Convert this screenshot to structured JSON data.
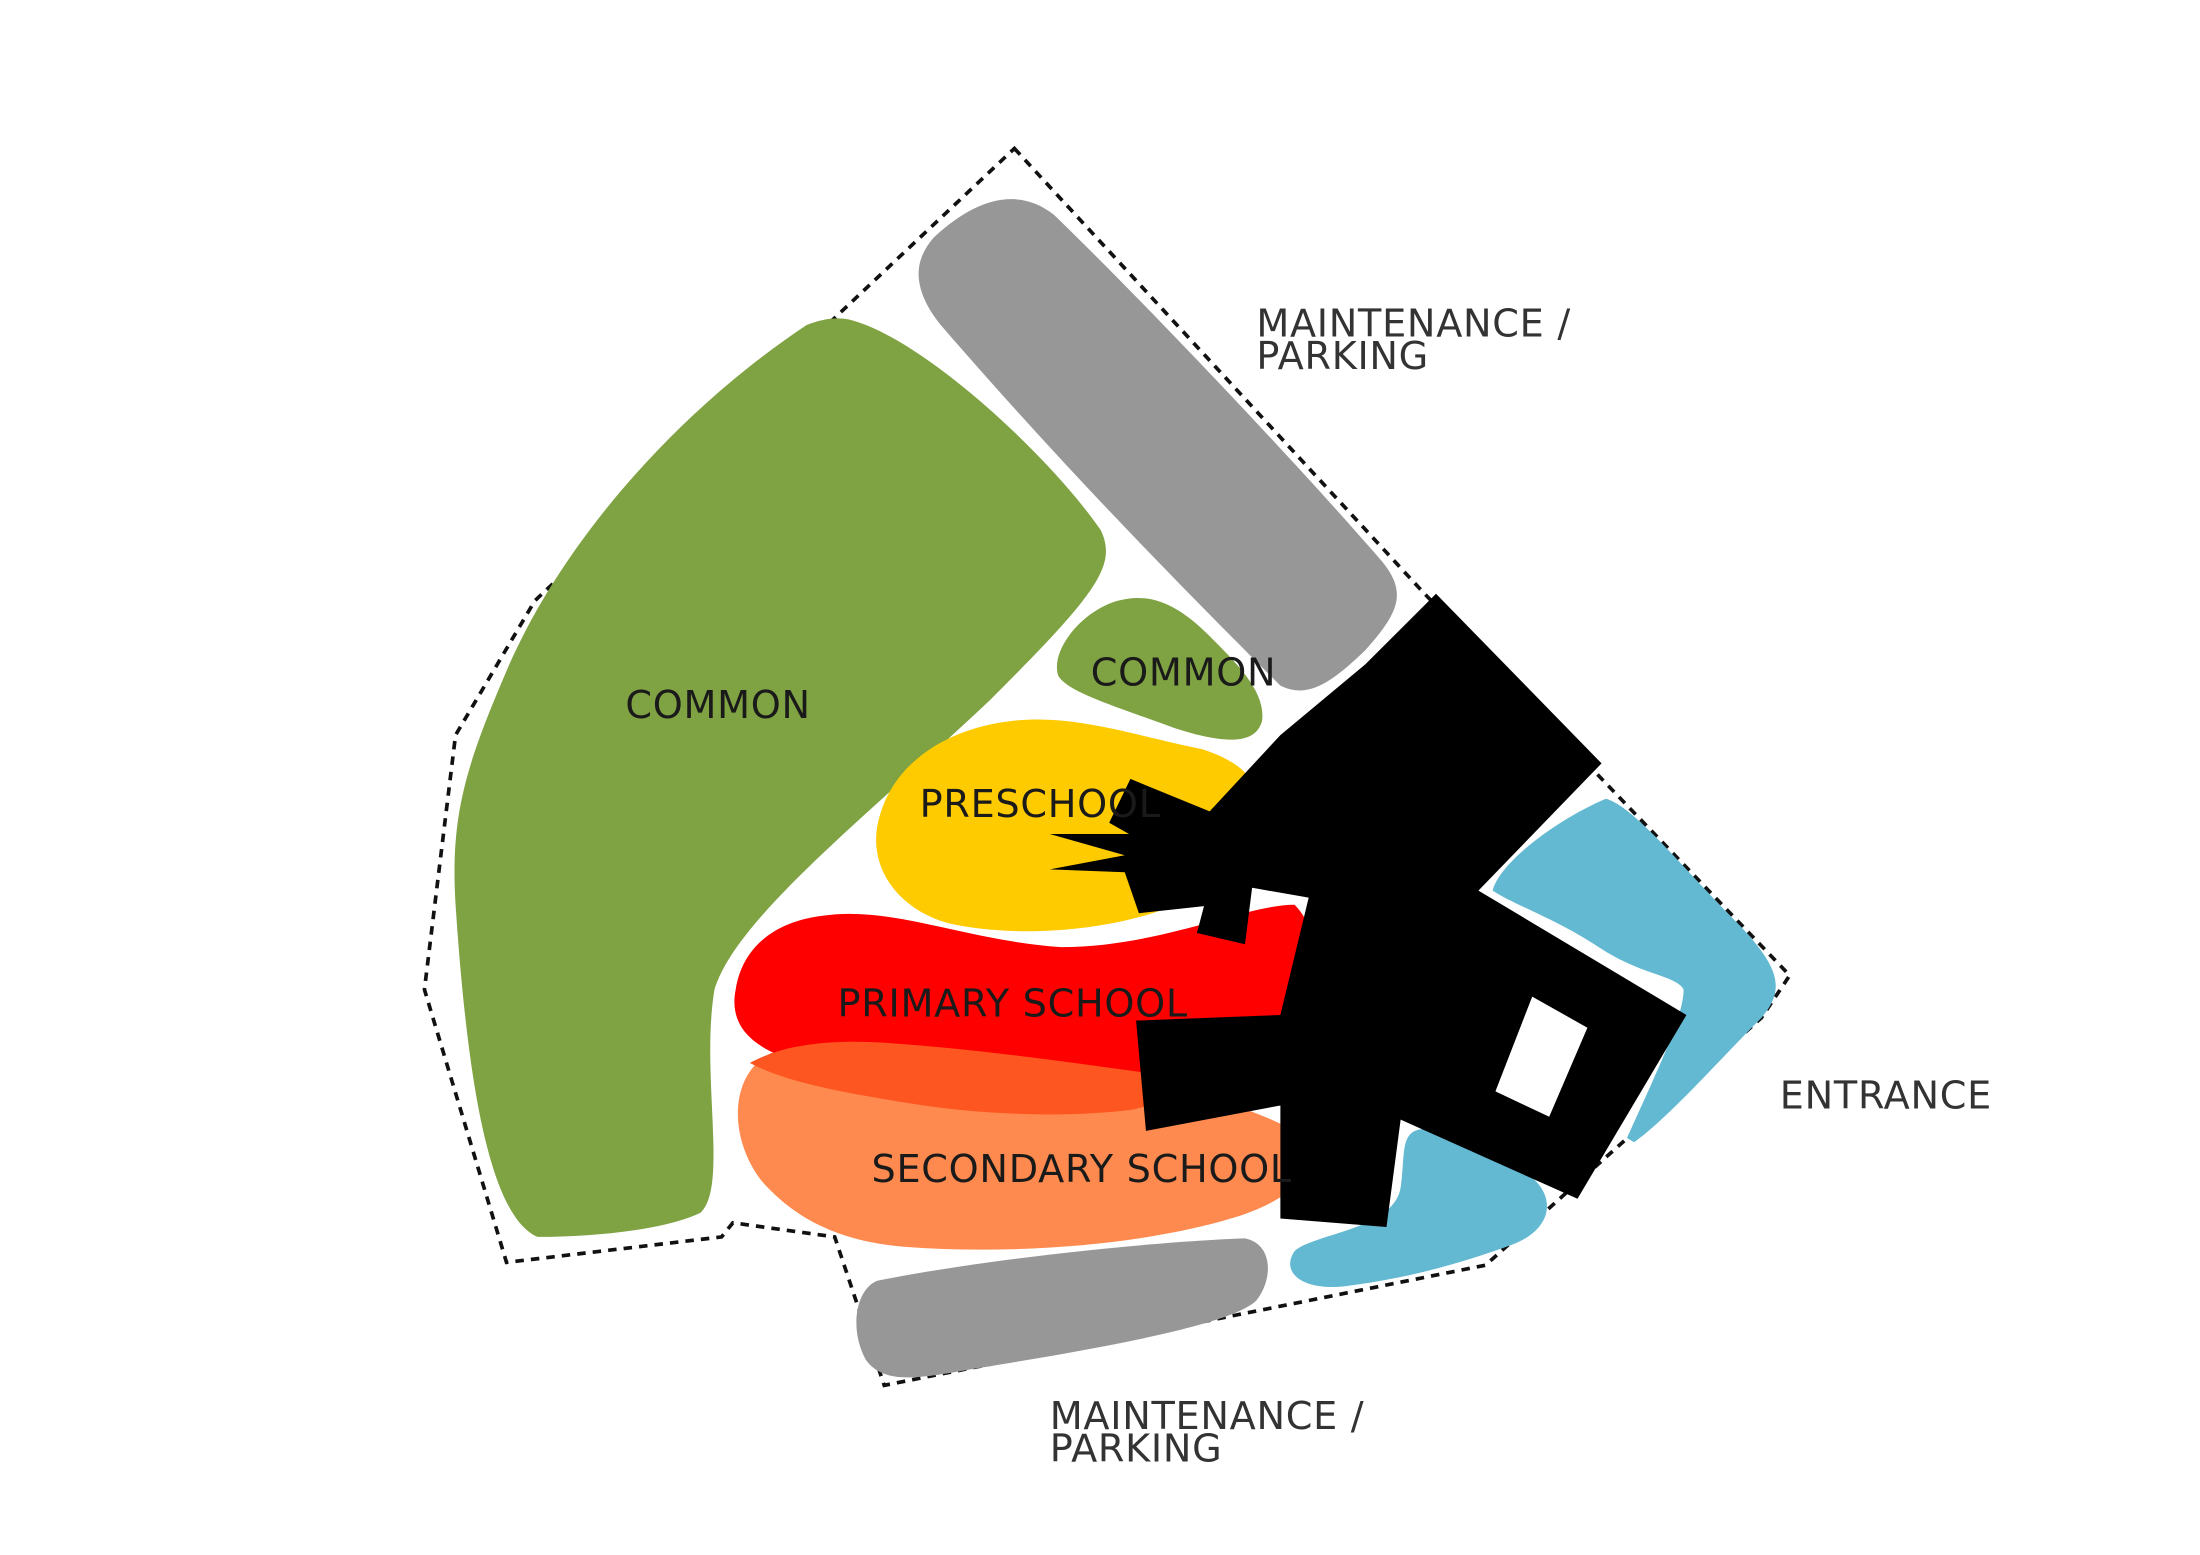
{
  "colors": {
    "background": "#ffffff",
    "boundary": "#111111",
    "common": "#7fa242",
    "maintenance": "#979797",
    "preschool": "#fecb00",
    "primary": "#fe0000",
    "secondary": "#fe8a4f",
    "overlap": "#fe5620",
    "building": "#000000",
    "entrance_zone": "#63b9d2"
  },
  "labels": {
    "common_large": "COMMON",
    "common_small": "COMMON",
    "preschool": "PRESCHOOL",
    "primary": "PRIMARY SCHOOL",
    "secondary": "SECONDARY SCHOOL",
    "maintenance_top_line1": "MAINTENANCE /",
    "maintenance_top_line2": "PARKING",
    "maintenance_bottom_line1": "MAINTENANCE /",
    "maintenance_bottom_line2": "PARKING",
    "entrance": "ENTRANCE"
  }
}
